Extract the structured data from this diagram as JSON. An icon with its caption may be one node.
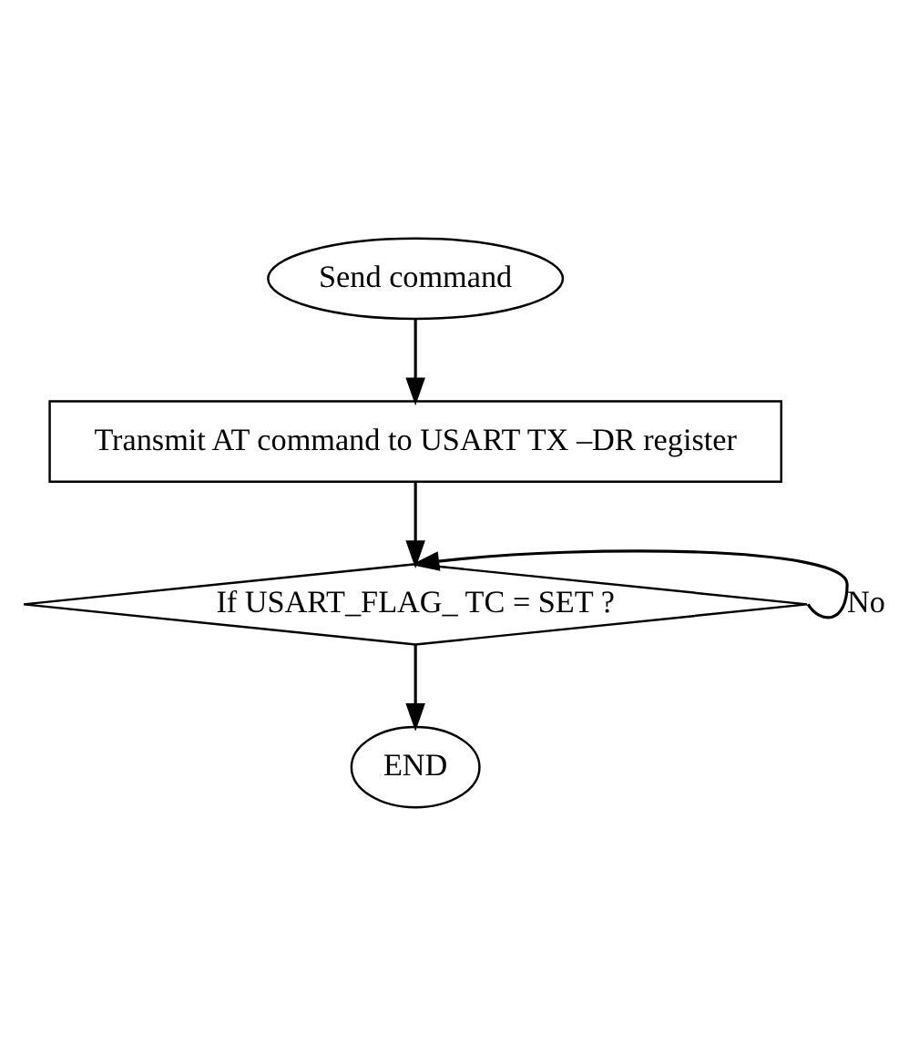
{
  "diagram": {
    "nodes": [
      {
        "text": [
          "Send command"
        ]
      },
      {
        "text": [
          "Transmit AT command to USART TX –DR register"
        ]
      },
      {
        "text": [
          "If USART_FLAG_ TC = SET ?"
        ]
      },
      {
        "text": [
          "END"
        ]
      }
    ],
    "edges": [
      {
        "from": 0,
        "to": 1,
        "arrow": "to"
      },
      {
        "from": 1,
        "to": 2,
        "arrow": "to"
      },
      {
        "from": 2,
        "to": 2,
        "arrow": "to",
        "label": "No"
      },
      {
        "from": 2,
        "to": 3,
        "arrow": "to"
      }
    ]
  }
}
